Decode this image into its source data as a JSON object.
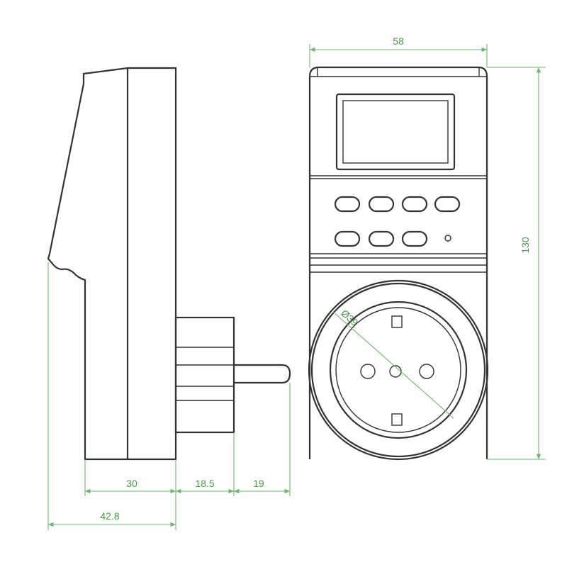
{
  "title": "Digital timer socket dimension drawing",
  "dimensions": {
    "width": "58",
    "height": "130",
    "socket_diameter": "Ø39",
    "body_depth": "30",
    "plug_base_depth": "18.5",
    "pin_length": "19",
    "total_depth_back": "42.8"
  },
  "colors": {
    "outline": "#333333",
    "dimension": "#6db86d"
  }
}
